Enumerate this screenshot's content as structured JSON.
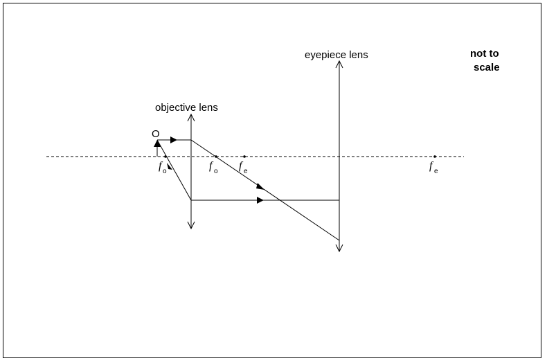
{
  "labels": {
    "eyepiece": "eyepiece lens",
    "objective": "objective lens",
    "object": "O",
    "note_line1": "not to",
    "note_line2": "scale"
  },
  "focal_points": [
    {
      "symbol": "f",
      "subscript": "o"
    },
    {
      "symbol": "f",
      "subscript": "o"
    },
    {
      "symbol": "f",
      "subscript": "e"
    },
    {
      "symbol": "f",
      "subscript": "e"
    }
  ],
  "colors": {
    "ink": "#000000",
    "background": "#ffffff"
  }
}
